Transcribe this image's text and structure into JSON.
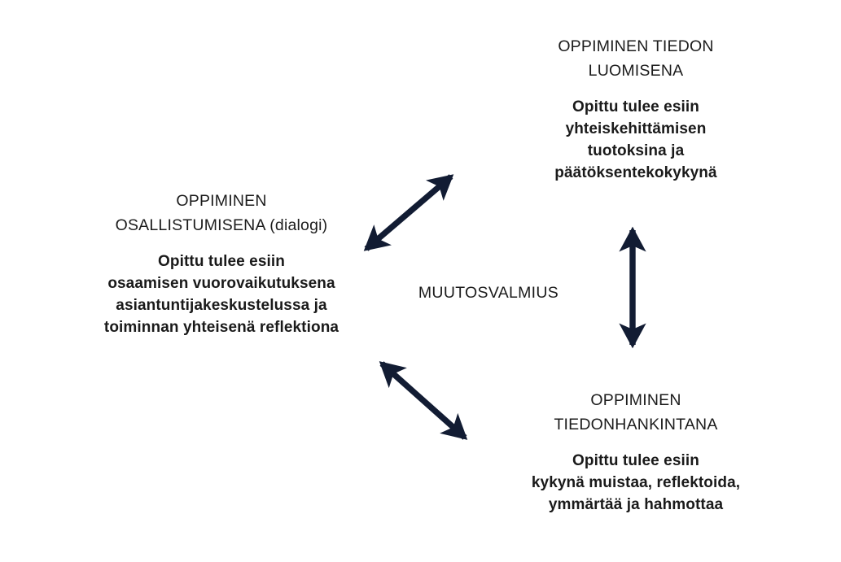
{
  "diagram": {
    "center_label": "MUUTOSVALMIUS",
    "nodes": [
      {
        "id": "knowledge-creation",
        "title": "OPPIMINEN TIEDON\nLUOMISENA",
        "body": "Opittu tulee esiin\nyhteiskehittämisen\ntuotoksina ja\npäätöksentekokykynä"
      },
      {
        "id": "participation",
        "title": "OPPIMINEN\nOSALLISTUMISENA (dialogi)",
        "body": "Opittu tulee esiin\nosaamisen vuorovaikutuksena\nasiantuntijakeskustelussa ja\ntoiminnan yhteisenä reflektiona"
      },
      {
        "id": "acquisition",
        "title": "OPPIMINEN\nTIEDONHANKINTANA",
        "body": "Opittu tulee esiin\nkykynä muistaa, reflektoida,\nymmärtää ja hahmottaa"
      }
    ],
    "connectors": [
      {
        "id": "participation-to-knowledge-creation",
        "kind": "double-headed-arrow",
        "orientation": "diagonal-up-right",
        "color": "#121c33"
      },
      {
        "id": "knowledge-creation-to-acquisition",
        "kind": "double-headed-arrow",
        "orientation": "vertical",
        "color": "#121c33"
      },
      {
        "id": "participation-to-acquisition",
        "kind": "double-headed-arrow",
        "orientation": "diagonal-down-right",
        "color": "#121c33"
      }
    ],
    "colors": {
      "background": "#ffffff",
      "text": "#1a1a1a",
      "arrow": "#121c33"
    }
  }
}
